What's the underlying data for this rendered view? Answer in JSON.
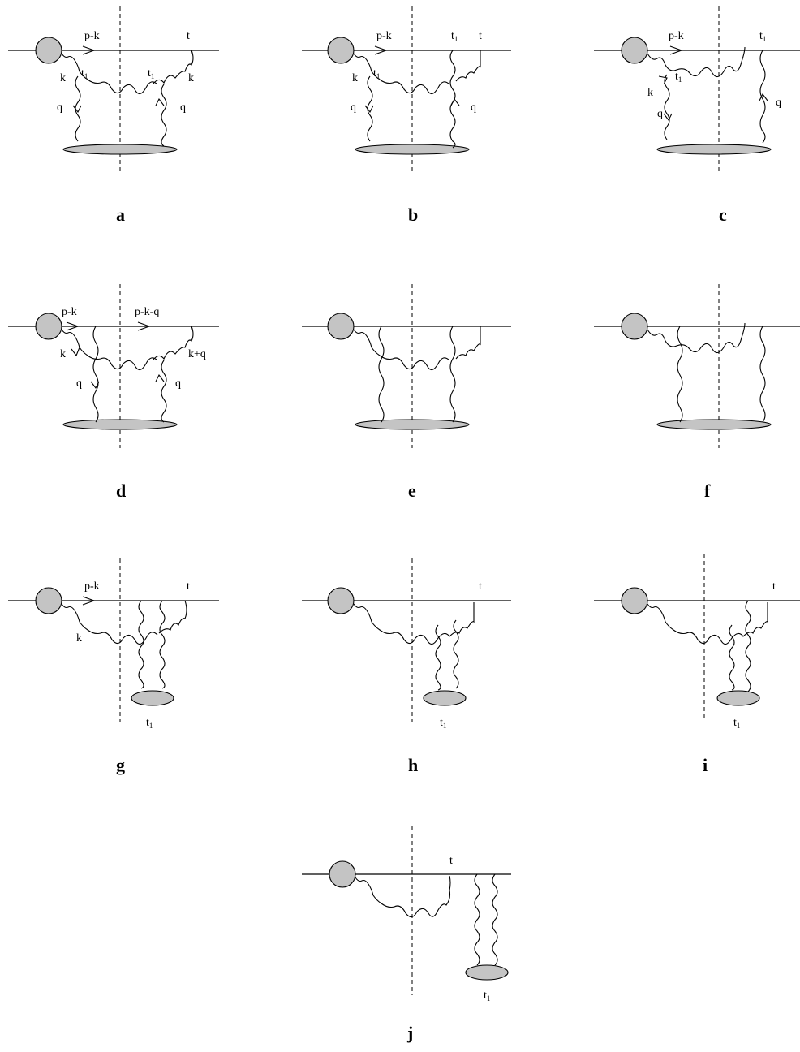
{
  "labels": {
    "pk": "p-k",
    "pkq": "p-k-q",
    "k": "k",
    "kq": "k+q",
    "q": "q",
    "t": "t",
    "t1_main": "t",
    "t1_sub": "1"
  },
  "panels": [
    "a",
    "b",
    "c",
    "d",
    "e",
    "f",
    "g",
    "h",
    "i",
    "j"
  ]
}
